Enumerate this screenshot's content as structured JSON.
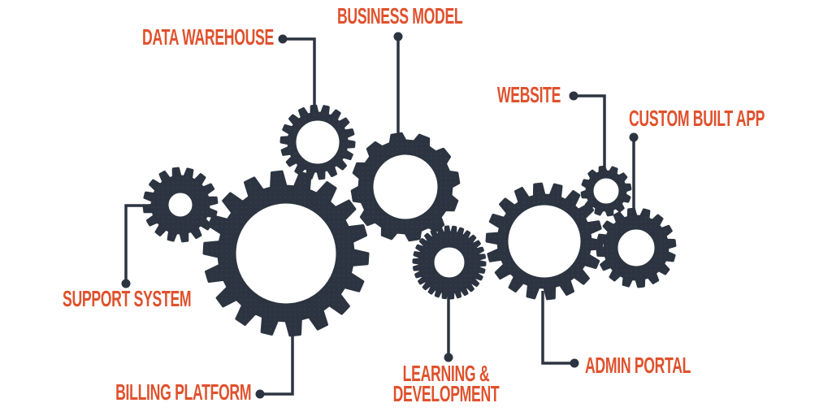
{
  "diagram": {
    "type": "gear-systems-infographic",
    "background": "#ffffff",
    "colors": {
      "gear": "#2d3441",
      "connector": "#2d3441",
      "label": "#e0512d"
    },
    "systems": [
      {
        "id": "data-warehouse",
        "label": "DATA WAREHOUSE"
      },
      {
        "id": "business-model",
        "label": "BUSINESS MODEL"
      },
      {
        "id": "website",
        "label": "WEBSITE"
      },
      {
        "id": "custom-built-app",
        "label": "CUSTOM BUILT APP"
      },
      {
        "id": "support-system",
        "label": "SUPPORT SYSTEM"
      },
      {
        "id": "billing-platform",
        "label": "BILLING PLATFORM"
      },
      {
        "id": "learning-development",
        "label": "LEARNING & DEVELOPMENT"
      },
      {
        "id": "admin-portal",
        "label": "ADMIN PORTAL"
      }
    ]
  }
}
